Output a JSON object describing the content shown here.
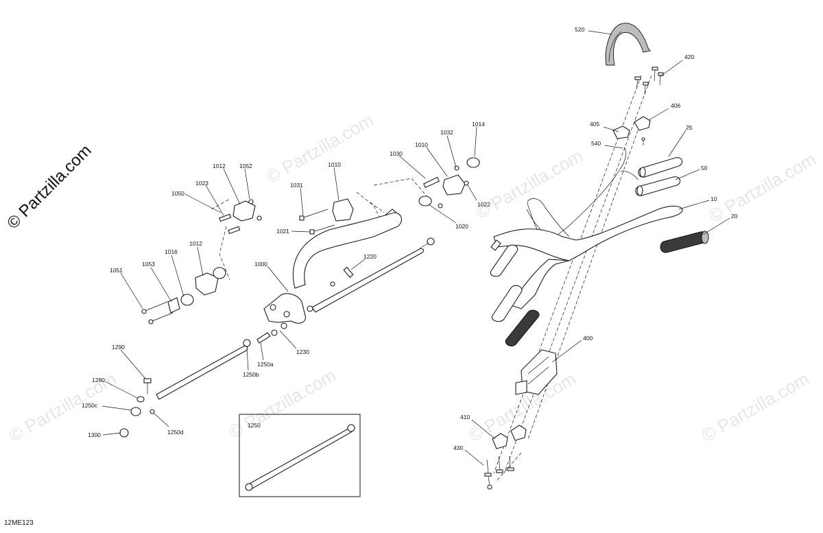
{
  "watermark": {
    "brand_vertical": "© Partzilla.com",
    "faint_text": "© Partzilla.com"
  },
  "diagram_code": "12ME123",
  "callouts": [
    "520",
    "420",
    "406",
    "405",
    "540",
    "25",
    "50",
    "10",
    "20",
    "400",
    "410",
    "430",
    "1014",
    "1032",
    "1010",
    "1030",
    "1022",
    "1020",
    "1010",
    "1031",
    "1021",
    "1220",
    "1000",
    "1230",
    "1250a",
    "1250b",
    "1012",
    "1052",
    "1023",
    "1050",
    "1012",
    "1016",
    "1053",
    "1051",
    "1290",
    "1280",
    "1250c",
    "1250d",
    "1300",
    "1250"
  ],
  "inset_label": "1250"
}
